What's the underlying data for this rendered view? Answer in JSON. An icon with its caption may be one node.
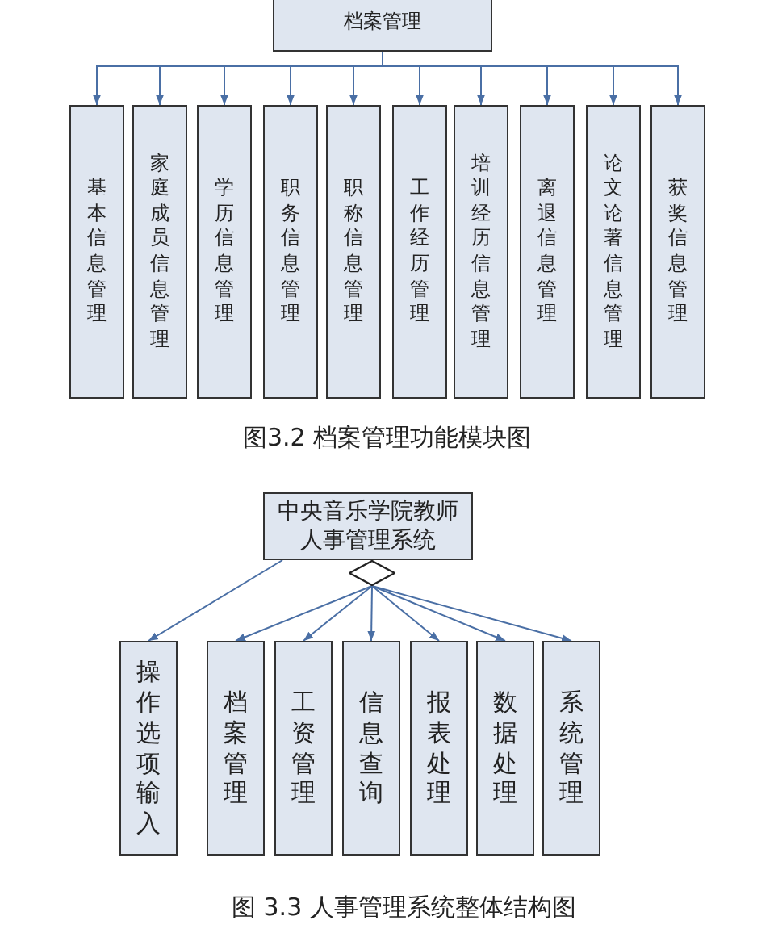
{
  "diagram": {
    "nodes": [
      {
        "text": [
          "档案管理"
        ]
      },
      {
        "text": [
          "基本信息管理"
        ]
      },
      {
        "text": [
          "家庭成员信息管理"
        ]
      },
      {
        "text": [
          "学历信息管理"
        ]
      },
      {
        "text": [
          "职务信息管理"
        ]
      },
      {
        "text": [
          "职称信息管理"
        ]
      },
      {
        "text": [
          "工作经历管理"
        ]
      },
      {
        "text": [
          "培训经历信息管理"
        ]
      },
      {
        "text": [
          "离退信息管理"
        ]
      },
      {
        "text": [
          "论文论著信息管理"
        ]
      },
      {
        "text": [
          "获奖信息管理"
        ]
      },
      {
        "text": [
          "中央音乐学院教师人事管理系统"
        ]
      },
      {
        "text": [],
        "shape": "diamond"
      },
      {
        "text": [
          "操作选项输入"
        ]
      },
      {
        "text": [
          "档案管理"
        ]
      },
      {
        "text": [
          "工资管理"
        ]
      },
      {
        "text": [
          "信息查询"
        ]
      },
      {
        "text": [
          "报表处理"
        ]
      },
      {
        "text": [
          "数据处理"
        ]
      },
      {
        "text": [
          "系统管理"
        ]
      }
    ],
    "edges": [
      {
        "from": 0,
        "to": 1,
        "arrow": "to"
      },
      {
        "from": 0,
        "to": 2,
        "arrow": "to"
      },
      {
        "from": 0,
        "to": 3,
        "arrow": "to"
      },
      {
        "from": 0,
        "to": 4,
        "arrow": "to"
      },
      {
        "from": 0,
        "to": 5,
        "arrow": "to"
      },
      {
        "from": 0,
        "to": 6,
        "arrow": "to"
      },
      {
        "from": 0,
        "to": 7,
        "arrow": "to"
      },
      {
        "from": 0,
        "to": 8,
        "arrow": "to"
      },
      {
        "from": 0,
        "to": 9,
        "arrow": "to"
      },
      {
        "from": 0,
        "to": 10,
        "arrow": "to"
      },
      {
        "from": 11,
        "to": 13,
        "arrow": "to"
      },
      {
        "from": 12,
        "to": 14,
        "arrow": "to"
      },
      {
        "from": 12,
        "to": 15,
        "arrow": "to"
      },
      {
        "from": 12,
        "to": 16,
        "arrow": "to"
      },
      {
        "from": 12,
        "to": 17,
        "arrow": "to"
      },
      {
        "from": 12,
        "to": 18,
        "arrow": "to"
      },
      {
        "from": 12,
        "to": 19,
        "arrow": "to"
      }
    ],
    "labels": [
      "图3.2 档案管理功能模块图",
      "图 3.3 人事管理系统整体结构图"
    ]
  }
}
